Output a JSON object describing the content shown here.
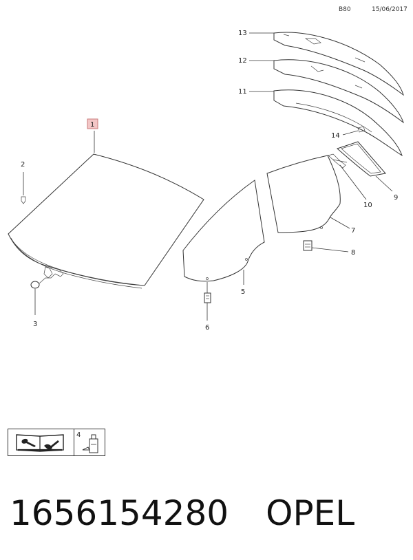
{
  "header": {
    "code": "B80",
    "date": "15/06/2017"
  },
  "callouts": {
    "c1": "1",
    "c2": "2",
    "c3": "3",
    "c4": "4",
    "c5": "5",
    "c6": "6",
    "c7": "7",
    "c8": "8",
    "c9": "9",
    "c10": "10",
    "c11": "11",
    "c12": "12",
    "c13": "13",
    "c14": "14"
  },
  "footer": {
    "part_number": "1656154280",
    "brand": "OPEL"
  },
  "colors": {
    "highlight_box": "#f3c6c6",
    "highlight_border": "#c97a7a"
  }
}
